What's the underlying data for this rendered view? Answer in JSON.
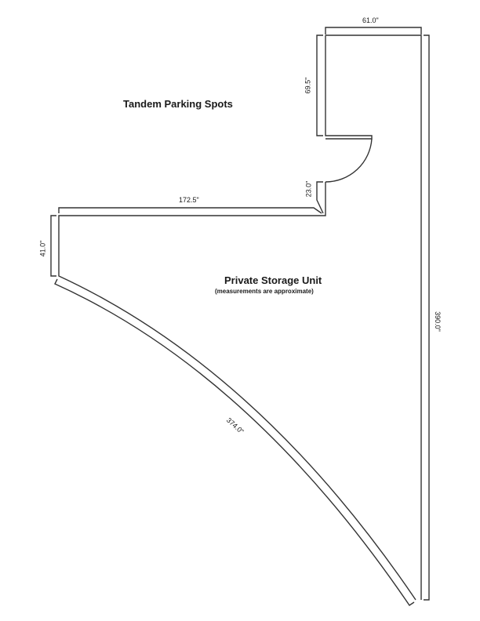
{
  "labels": {
    "parking": "Tandem Parking Spots",
    "storage": "Private Storage Unit",
    "note": "(measurements are approximate)"
  },
  "dimensions": {
    "top_width": "61.0\"",
    "parking_depth": "69.5\"",
    "door_wall": "23.0\"",
    "storage_length": "172.5\"",
    "left_wall": "41.0\"",
    "right_wall": "390.0\"",
    "curved_wall": "374.0\""
  },
  "colors": {
    "line": "#333333"
  }
}
